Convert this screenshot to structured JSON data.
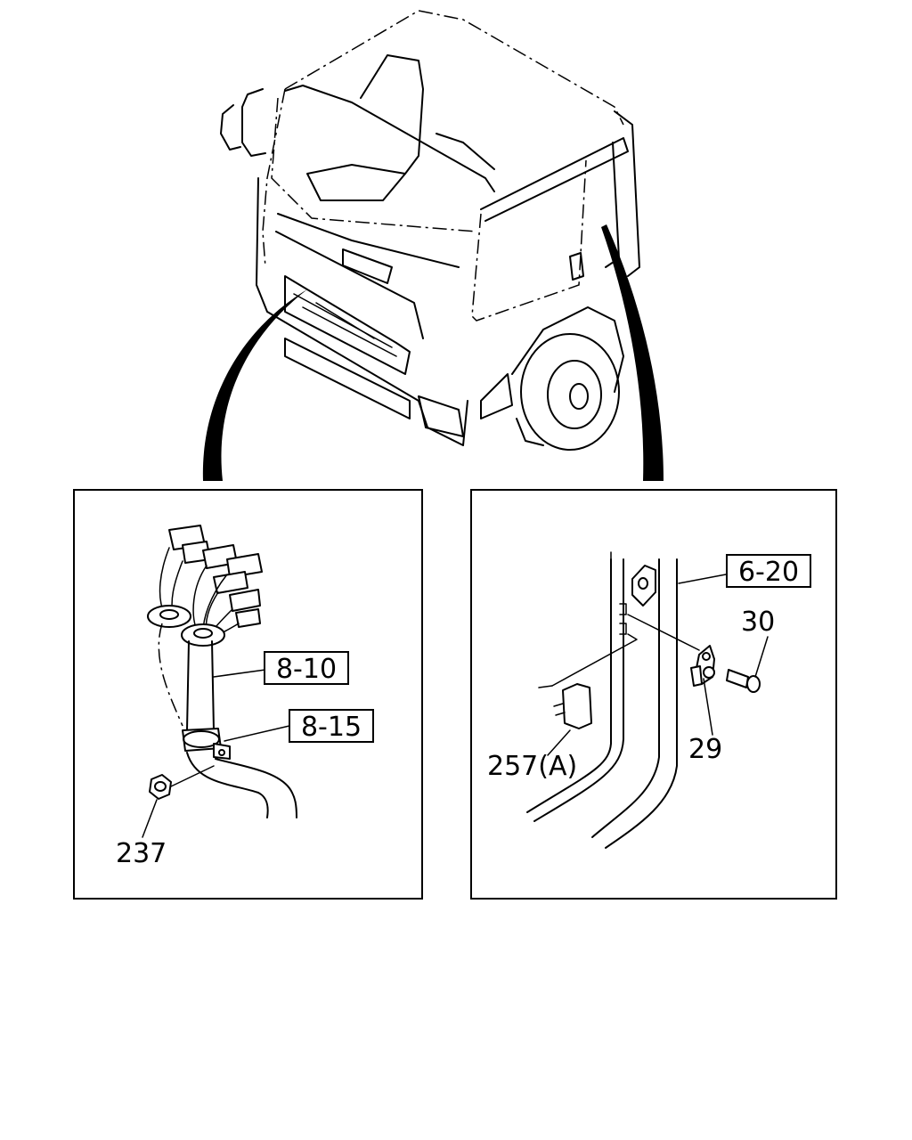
{
  "diagram": {
    "detail_left": {
      "callouts": {
        "c1": "8-10",
        "c2": "8-15"
      },
      "part_237": "237"
    },
    "detail_right": {
      "callout": "6-20",
      "part_30": "30",
      "part_29": "29",
      "part_257": "257(A)"
    }
  }
}
